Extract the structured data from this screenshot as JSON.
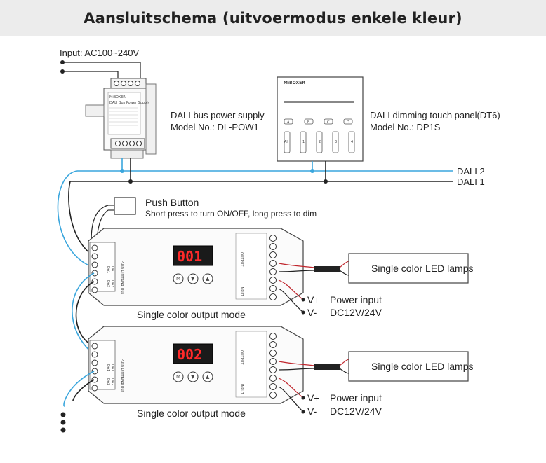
{
  "title": "Aansluitschema (uitvoermodus enkele kleur)",
  "input_label": "Input: AC100~240V",
  "power_supply": {
    "name": "DALI bus power supply",
    "model": "Model No.: DL-POW1",
    "brand": "MiBOXER",
    "panel_title": "DALI Bus Power Supply"
  },
  "touch_panel": {
    "name": "DALI dimming touch panel(DT6)",
    "model": "Model No.: DP1S",
    "brand": "MiBOXER",
    "buttons": [
      "A",
      "B",
      "C",
      "D"
    ],
    "channels": [
      "All",
      "1",
      "2",
      "3",
      "4"
    ]
  },
  "bus_lines": {
    "dali2": "DALI 2",
    "dali1": "DALI 1",
    "dali2_color": "#3aa6dd",
    "dali1_color": "#222222"
  },
  "push_button": {
    "label": "Push Button",
    "desc": "Short press to turn ON/OFF, long press to dim"
  },
  "controllers": [
    {
      "display": "001",
      "mode_label": "Single color output mode",
      "lamps": "Single color LED lamps",
      "power_plus": "V+",
      "power_minus": "V-",
      "power_title": "Power input",
      "power_spec": "DC12V/24V",
      "buttons": [
        "M",
        "▼",
        "▲"
      ],
      "terminals": [
        "DA1",
        "DA1",
        "DA2",
        "DA2"
      ],
      "side_text": "DALI Bus",
      "push_text": "Push Dimming"
    },
    {
      "display": "002",
      "mode_label": "Single color output mode",
      "lamps": "Single color LED lamps",
      "power_plus": "V+",
      "power_minus": "V-",
      "power_title": "Power input",
      "power_spec": "DC12V/24V",
      "buttons": [
        "M",
        "▼",
        "▲"
      ],
      "terminals": [
        "DA1",
        "DA1",
        "DA2",
        "DA2"
      ],
      "side_text": "DALI Bus",
      "push_text": "Push Dimming"
    }
  ],
  "terminal_labels": {
    "output": "OUTPUT",
    "input": "INPUT"
  }
}
